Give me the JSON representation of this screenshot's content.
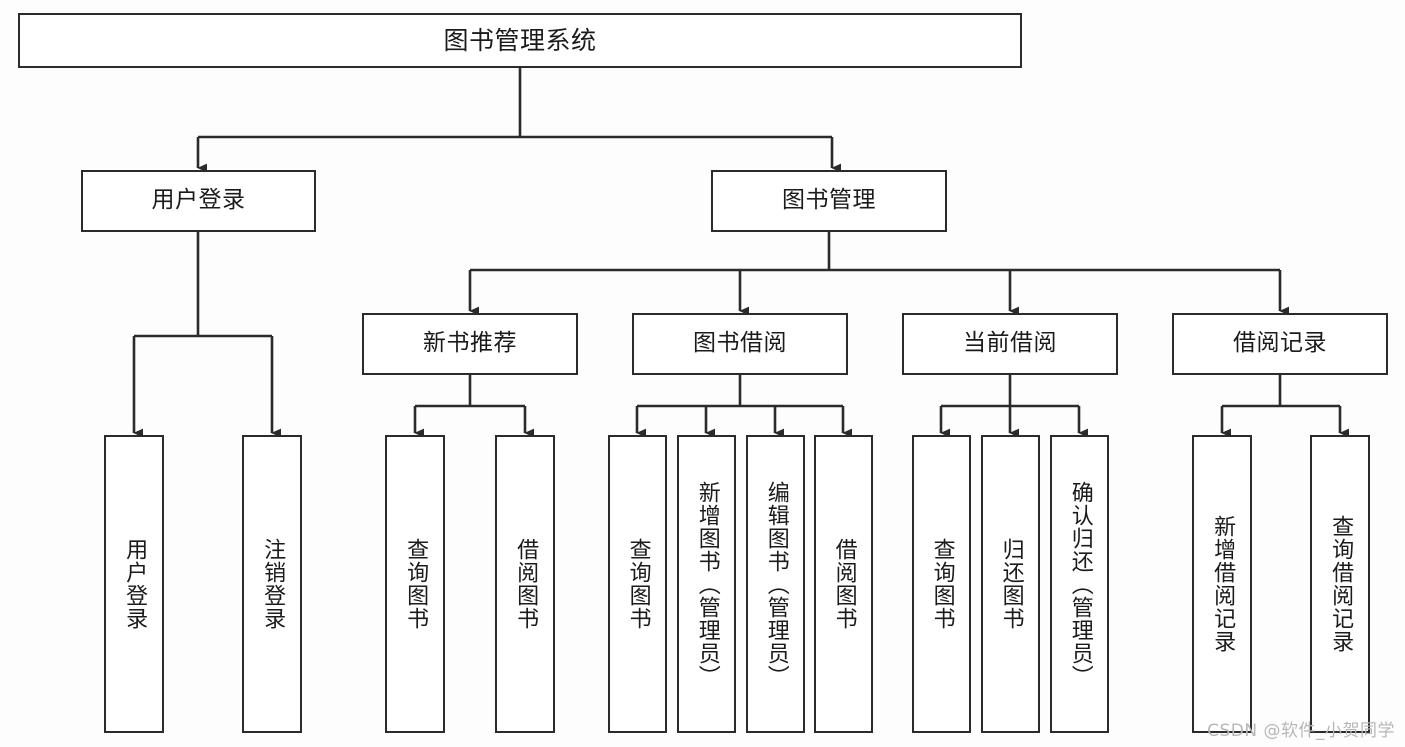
{
  "diagram": {
    "type": "tree-hierarchy",
    "title": "图书管理系统",
    "levels": {
      "root": {
        "label": "图书管理系统"
      },
      "level2": [
        {
          "id": "user-login",
          "label": "用户登录"
        },
        {
          "id": "book-management",
          "label": "图书管理"
        }
      ],
      "level3": [
        {
          "id": "new-book-recommend",
          "label": "新书推荐",
          "parent": "book-management"
        },
        {
          "id": "book-borrow",
          "label": "图书借阅",
          "parent": "book-management"
        },
        {
          "id": "current-borrow",
          "label": "当前借阅",
          "parent": "book-management"
        },
        {
          "id": "borrow-record",
          "label": "借阅记录",
          "parent": "book-management"
        }
      ],
      "leaves": [
        {
          "id": "leaf-user-login",
          "label": "用户登录",
          "parent": "user-login"
        },
        {
          "id": "leaf-logout-login",
          "label": "注销登录",
          "parent": "user-login"
        },
        {
          "id": "leaf-query-book-1",
          "label": "查询图书",
          "parent": "new-book-recommend"
        },
        {
          "id": "leaf-borrow-book-1",
          "label": "借阅图书",
          "parent": "new-book-recommend"
        },
        {
          "id": "leaf-query-book-2",
          "label": "查询图书",
          "parent": "book-borrow"
        },
        {
          "id": "leaf-add-book",
          "label": "新增图书（管理员）",
          "parent": "book-borrow"
        },
        {
          "id": "leaf-edit-book",
          "label": "编辑图书（管理员）",
          "parent": "book-borrow"
        },
        {
          "id": "leaf-borrow-book-2",
          "label": "借阅图书",
          "parent": "book-borrow"
        },
        {
          "id": "leaf-query-book-3",
          "label": "查询图书",
          "parent": "current-borrow"
        },
        {
          "id": "leaf-return-book",
          "label": "归还图书",
          "parent": "current-borrow"
        },
        {
          "id": "leaf-confirm-return",
          "label": "确认归还（管理员）",
          "parent": "current-borrow"
        },
        {
          "id": "leaf-add-record",
          "label": "新增借阅记录",
          "parent": "borrow-record"
        },
        {
          "id": "leaf-query-record",
          "label": "查询借阅记录",
          "parent": "borrow-record"
        }
      ]
    },
    "colors": {
      "box_border": "#2b2b2b",
      "box_fill": "#ffffff",
      "connector": "#2b2b2b",
      "text": "#1b1b1b",
      "watermark": "#b7b7b7",
      "background": "#fdfdfd"
    }
  },
  "watermark": {
    "text": "CSDN @软件_小贺同学"
  }
}
